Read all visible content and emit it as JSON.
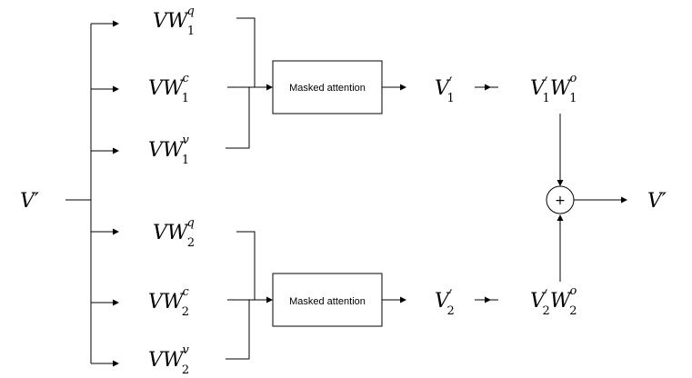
{
  "input": {
    "base": "V",
    "prime": "′"
  },
  "heads": [
    {
      "projections": [
        {
          "base": "VW",
          "sub": "1",
          "sup": "q"
        },
        {
          "base": "VW",
          "sub": "1",
          "sup": "c"
        },
        {
          "base": "VW",
          "sub": "1",
          "sup": "v"
        }
      ],
      "attention_label": "Masked attention",
      "head_output": {
        "base": "V",
        "prime": "′",
        "sub": "1"
      },
      "out_proj": {
        "base1": "V",
        "prime": "′",
        "sub1": "1",
        "base2": "W",
        "sub2": "1",
        "sup2": "o"
      }
    },
    {
      "projections": [
        {
          "base": "VW",
          "sub": "2",
          "sup": "q"
        },
        {
          "base": "VW",
          "sub": "2",
          "sup": "c"
        },
        {
          "base": "VW",
          "sub": "2",
          "sup": "v"
        }
      ],
      "attention_label": "Masked attention",
      "head_output": {
        "base": "V",
        "prime": "′",
        "sub": "2"
      },
      "out_proj": {
        "base1": "V",
        "prime": "′",
        "sub1": "2",
        "base2": "W",
        "sub2": "2",
        "sup2": "o"
      }
    }
  ],
  "sum_symbol": "+",
  "output": {
    "base": "V",
    "prime": "′"
  }
}
